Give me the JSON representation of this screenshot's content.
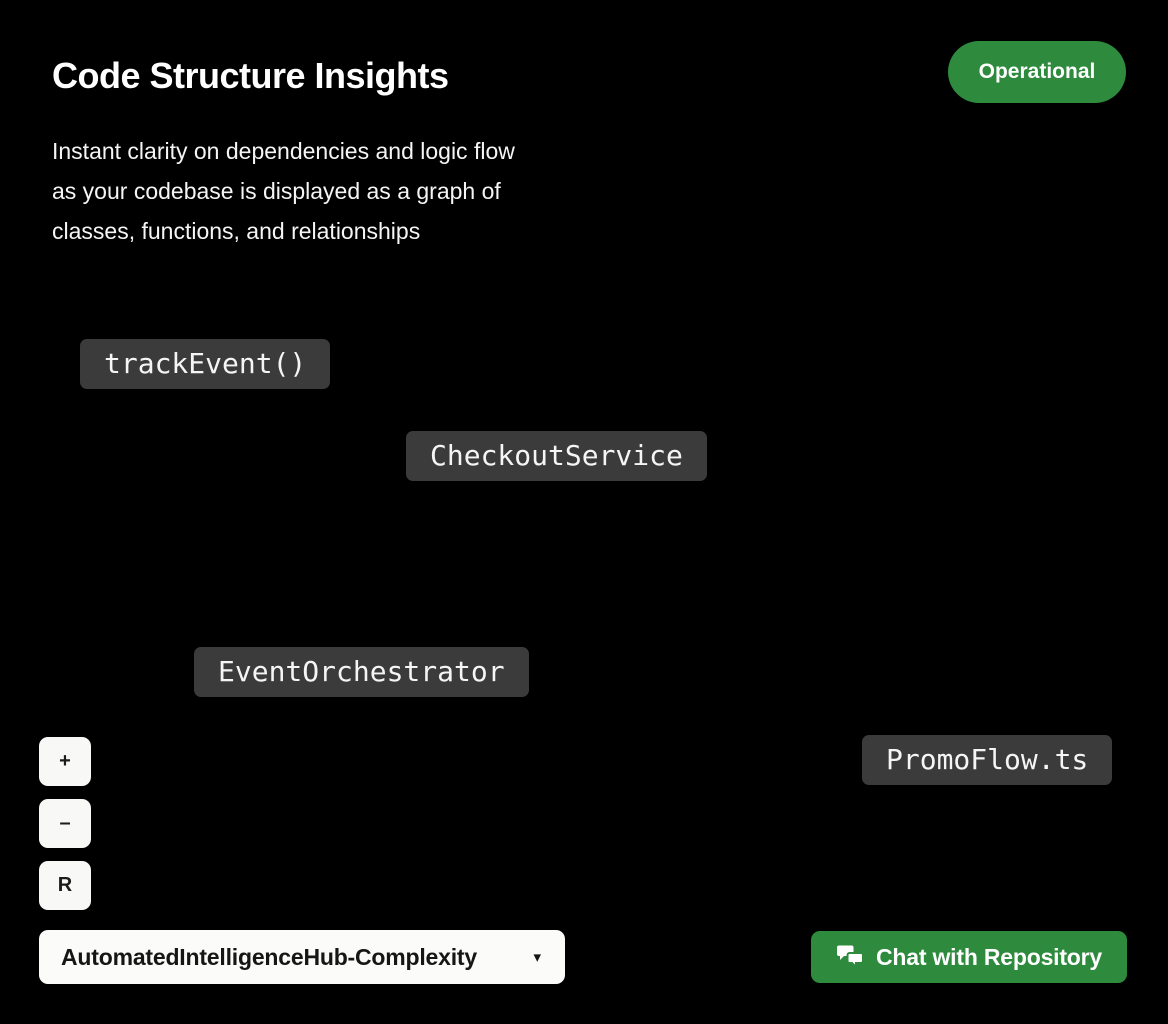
{
  "header": {
    "title": "Code Structure Insights",
    "subtitle_lines": [
      "Instant clarity on dependencies and logic flow",
      "as your codebase is displayed as a graph of",
      "classes, functions, and relationships"
    ],
    "status_badge": {
      "label": "Operational",
      "color": "#2e8b3e"
    }
  },
  "graph": {
    "type": "dependency-graph",
    "node_background": "#3b3b3b",
    "node_text_color": "#f5f5f5",
    "nodes": [
      {
        "label": "trackEvent()"
      },
      {
        "label": "CheckoutService"
      },
      {
        "label": "EventOrchestrator"
      },
      {
        "label": "PromoFlow.ts"
      }
    ]
  },
  "controls": {
    "zoom_in_label": "+",
    "zoom_out_label": "–",
    "reset_label": "R"
  },
  "footer": {
    "repo_selector": {
      "value": "AutomatedIntelligenceHub-Complexity",
      "caret": "▾"
    },
    "chat_button": {
      "label": "Chat with Repository",
      "icon": "chat-bubbles-icon",
      "color": "#2e8b3e"
    }
  },
  "colors": {
    "background": "#000000",
    "accent_green": "#2e8b3e",
    "node_bg": "#3b3b3b",
    "control_bg": "#f8f8f6"
  }
}
